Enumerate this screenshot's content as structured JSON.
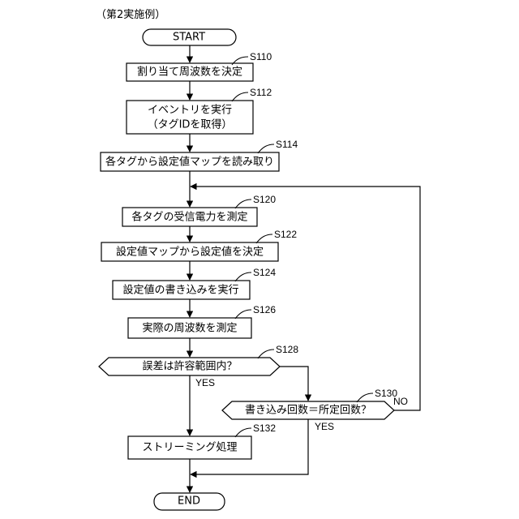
{
  "header": {
    "title": "（第2実施例）"
  },
  "nodes": {
    "start": {
      "label": "START"
    },
    "s110": {
      "step": "S110",
      "label": "割り当て周波数を決定"
    },
    "s112": {
      "step": "S112",
      "line1": "イベントリを実行",
      "line2": "（タグIDを取得）"
    },
    "s114": {
      "step": "S114",
      "label": "各タグから設定値マップを読み取り"
    },
    "s120": {
      "step": "S120",
      "label": "各タグの受信電力を測定"
    },
    "s122": {
      "step": "S122",
      "label": "設定値マップから設定値を決定"
    },
    "s124": {
      "step": "S124",
      "label": "設定値の書き込みを実行"
    },
    "s126": {
      "step": "S126",
      "label": "実際の周波数を測定"
    },
    "s128": {
      "step": "S128",
      "label": "誤差は許容範囲内？"
    },
    "s130": {
      "step": "S130",
      "label": "書き込み回数＝所定回数？"
    },
    "s132": {
      "step": "S132",
      "label": "ストリーミング処理"
    },
    "end": {
      "label": "END"
    }
  },
  "branches": {
    "s128_yes": "YES",
    "s130_yes": "YES",
    "s130_no": "NO"
  }
}
